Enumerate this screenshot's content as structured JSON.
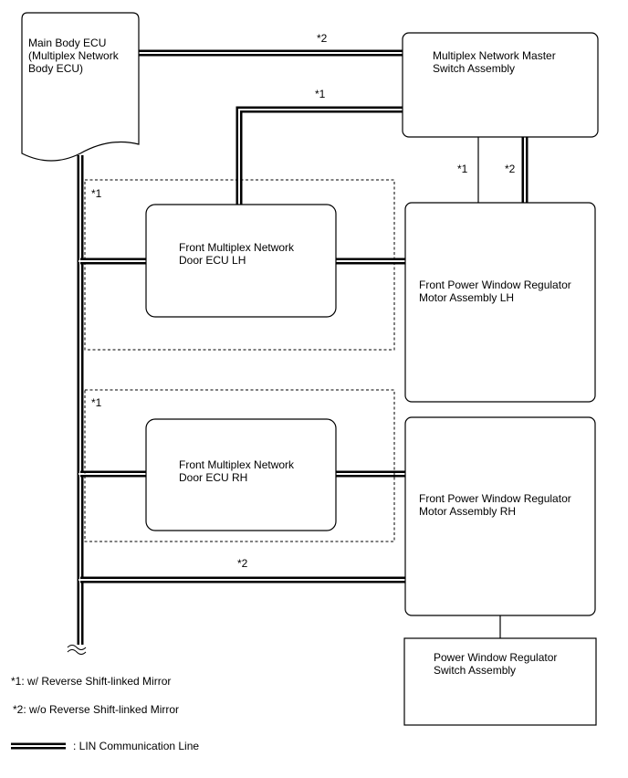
{
  "nodes": {
    "main_body_ecu": [
      "Main Body ECU",
      "(Multiplex Network",
      "Body ECU)"
    ],
    "master_switch": [
      "Multiplex Network Master",
      "Switch Assembly"
    ],
    "door_ecu_lh": [
      "Front Multiplex Network",
      "Door ECU LH"
    ],
    "door_ecu_rh": [
      "Front Multiplex Network",
      "Door ECU RH"
    ],
    "motor_lh": [
      "Front Power Window Regulator",
      "Motor Assembly LH"
    ],
    "motor_rh": [
      "Front Power Window Regulator",
      "Motor Assembly RH"
    ],
    "regulator_switch": [
      "Power Window Regulator",
      "Switch Assembly"
    ]
  },
  "connection_notes": {
    "top": "*2",
    "upper": "*1",
    "vertical_left": "*1",
    "vertical_right": "*2",
    "bottom": "*2"
  },
  "group_notes": {
    "lh": "*1",
    "rh": "*1"
  },
  "legend": {
    "note1": "*1: w/ Reverse Shift-linked Mirror",
    "note2": "*2: w/o Reverse Shift-linked Mirror",
    "line": ": LIN Communication Line"
  }
}
